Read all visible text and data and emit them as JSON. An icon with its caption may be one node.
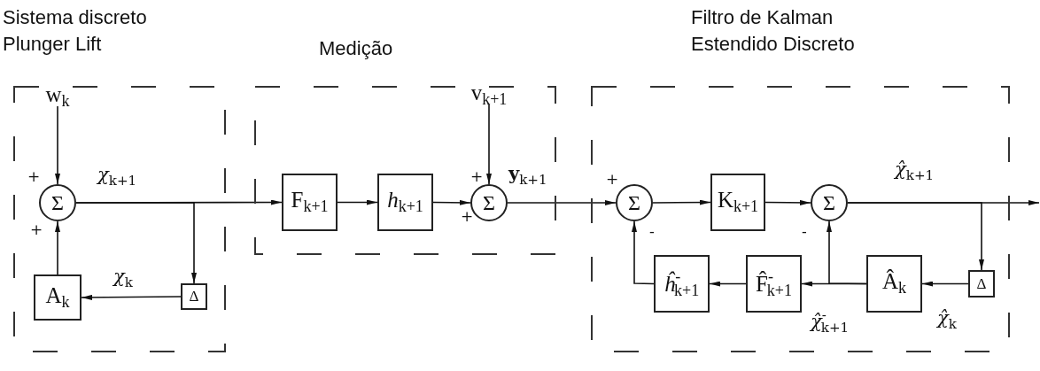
{
  "diagram": {
    "nodes": [
      {
        "text": [
          "Sistema discreto Plunger Lift"
        ]
      },
      {
        "text": [
          "w$_{k}$"
        ],
        "in": 0
      },
      {
        "text": [
          "Σ"
        ],
        "in": 0
      },
      {
        "text": [
          "A$_{k}$"
        ],
        "in": 0
      },
      {
        "text": [
          "Δ"
        ],
        "in": 0
      },
      {
        "text": [
          "Medição"
        ]
      },
      {
        "text": [
          "F$_{k+1}$"
        ],
        "in": 5
      },
      {
        "text": [
          "*h*$_{k+1}$"
        ],
        "in": 5
      },
      {
        "text": [
          "v$_{k+1}$"
        ],
        "in": 5
      },
      {
        "text": [
          "Σ"
        ],
        "in": 5
      },
      {
        "text": [
          "Filtro de Kalman Estendido Discreto"
        ]
      },
      {
        "text": [
          "Σ"
        ],
        "in": 10
      },
      {
        "text": [
          "K$_{k+1}$"
        ],
        "in": 10
      },
      {
        "text": [
          "Σ"
        ],
        "in": 10
      },
      {
        "text": [
          "*ĥ*$^{-}$$_{k+1}$"
        ],
        "in": 10
      },
      {
        "text": [
          "F̂$^{-}$$_{k+1}$"
        ],
        "in": 10
      },
      {
        "text": [
          "Â$_{k}$"
        ],
        "in": 10
      },
      {
        "text": [
          "Δ"
        ],
        "in": 10
      }
    ],
    "edges": [
      {
        "from": 1,
        "to": 2,
        "arrow": "to"
      },
      {
        "from": 3,
        "to": 2,
        "arrow": "to"
      },
      {
        "from": 2,
        "to": 6,
        "arrow": "to"
      },
      {
        "from": 2,
        "to": 4,
        "arrow": "to"
      },
      {
        "from": 4,
        "to": 3,
        "arrow": "to"
      },
      {
        "from": 6,
        "to": 7,
        "arrow": "to"
      },
      {
        "from": 7,
        "to": 9,
        "arrow": "to"
      },
      {
        "from": 8,
        "to": 9,
        "arrow": "to"
      },
      {
        "from": 9,
        "to": 11,
        "arrow": "to"
      },
      {
        "from": 11,
        "to": 12,
        "arrow": "to"
      },
      {
        "from": 12,
        "to": 13,
        "arrow": "to"
      },
      {
        "from": 13,
        "to": null,
        "arrow": "to"
      },
      {
        "from": 13,
        "to": 17,
        "arrow": "to"
      },
      {
        "from": 17,
        "to": 16,
        "arrow": "to"
      },
      {
        "from": 16,
        "to": 15,
        "arrow": "to"
      },
      {
        "from": 16,
        "to": 13,
        "arrow": "to"
      },
      {
        "from": 15,
        "to": 14,
        "arrow": "to"
      },
      {
        "from": 14,
        "to": 11,
        "arrow": "to"
      }
    ],
    "labels": [
      "+",
      "*χ*$_{k+1}$",
      "+",
      "*χ*$_{k}$",
      "+",
      "**y**$_{k+1}$",
      "+",
      "+",
      "*χ̂*$_{k+1}$",
      "-",
      "-",
      "*χ̂*$^{-}$$_{k+1}$",
      "*χ̂*$_{k}$"
    ]
  }
}
